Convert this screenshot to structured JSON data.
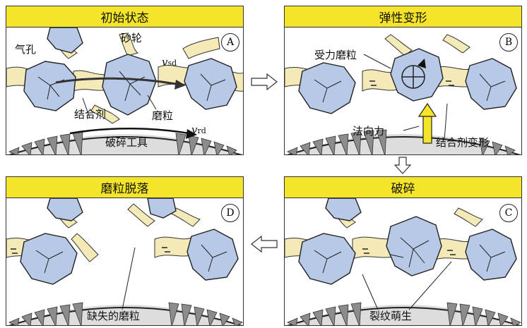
{
  "panels": {
    "a": {
      "title": "初始状态",
      "letter": "A",
      "labels": {
        "pore": "气孔",
        "wheel": "砂轮",
        "v_sd": "v",
        "v_sd_sub": "sd",
        "binder": "结合剂",
        "grain": "磨粒",
        "v_rd": "v",
        "v_rd_sub": "rd",
        "tool": "破碎工具"
      }
    },
    "b": {
      "title": "弹性变形",
      "letter": "B",
      "labels": {
        "loaded_grain": "受力磨粒",
        "normal_force": "法向力",
        "binder_deform": "结合剂变形"
      }
    },
    "c": {
      "title": "破碎",
      "letter": "C",
      "labels": {
        "crack": "裂纹萌生"
      }
    },
    "d": {
      "title": "磨粒脱落",
      "letter": "D",
      "labels": {
        "missing": "缺失的磨粒"
      }
    }
  },
  "colors": {
    "header": "#f5e52a",
    "grain": "#b7c9e6",
    "binder": "#f4eab8",
    "teeth": "#8c8c8c"
  }
}
